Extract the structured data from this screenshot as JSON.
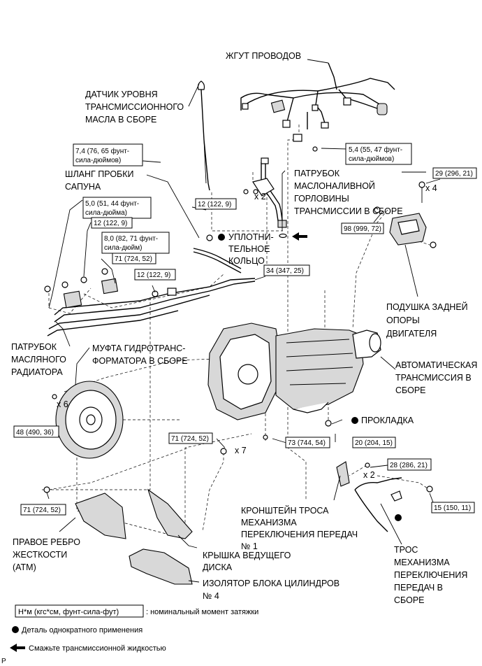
{
  "labels": {
    "wire_harness": "ЖГУТ ПРОВОДОВ",
    "dipstick": [
      "ДАТЧИК УРОВНЯ",
      "ТРАНСМИССИОННОГО",
      "МАСЛА В СБОРЕ"
    ],
    "breather_hose": [
      "ШЛАНГ ПРОБКИ",
      "САПУНА"
    ],
    "filler_tube": [
      "ПАТРУБОК",
      "МАСЛОНАЛИВНОЙ",
      "ГОРЛОВИНЫ",
      "ТРАНСМИССИИ В СБОРЕ"
    ],
    "o_ring": [
      "УПЛОТНИ-",
      "ТЕЛЬНОЕ",
      "КОЛЬЦО"
    ],
    "rear_mount": [
      "ПОДУШКА ЗАДНЕЙ",
      "ОПОРЫ",
      "ДВИГАТЕЛЯ"
    ],
    "cooler_tube": [
      "ПАТРУБОК",
      "МАСЛЯНОГО",
      "РАДИАТОРА"
    ],
    "torque_converter": [
      "МУФТА ГИДРОТРАНС-",
      "ФОРМАТОРА В СБОРЕ"
    ],
    "auto_trans": [
      "АВТОМАТИЧЕСКАЯ",
      "ТРАНСМИССИЯ В",
      "СБОРЕ"
    ],
    "gasket": "ПРОКЛАДКА",
    "cable_bracket": [
      "КРОНШТЕЙН ТРОСА",
      "МЕХАНИЗМА",
      "ПЕРЕКЛЮЧЕНИЯ ПЕРЕДАЧ",
      "№ 1"
    ],
    "stiffener": [
      "ПРАВОЕ РЕБРО",
      "ЖЕСТКОСТИ",
      "(АТМ)"
    ],
    "drive_plate_cover": [
      "КРЫШКА ВЕДУЩЕГО",
      "ДИСКА"
    ],
    "shift_cable": [
      "ТРОС",
      "МЕХАНИЗМА",
      "ПЕРЕКЛЮЧЕНИЯ",
      "ПЕРЕДАЧ В",
      "СБОРЕ"
    ],
    "insulator": [
      "ИЗОЛЯТОР БЛОКА ЦИЛИНДРОВ",
      "№ 4"
    ]
  },
  "torques": {
    "t1": [
      "7,4 (76, 65 фунт-",
      "сила-дюймов)"
    ],
    "t2": "12 (122, 9)",
    "t3": [
      "5,0 (51, 44 фунт-",
      "сила-дюйма)"
    ],
    "t4": "12 (122, 9)",
    "t5": [
      "8,0 (82, 71 фунт-",
      "сила-дюйм)"
    ],
    "t6": "71 (724, 52)",
    "t7": "12 (122, 9)",
    "t8": [
      "5,4 (55, 47 фунт-",
      "сила-дюймов)"
    ],
    "t9": "29 (296, 21)",
    "t10": "98 (999, 72)",
    "t11": "34 (347, 25)",
    "t12": "48 (490, 36)",
    "t13": "71 (724, 52)",
    "t14": "73 (744, 54)",
    "t15": "20 (204, 15)",
    "t16": "28 (286, 21)",
    "t17": "71 (724, 52)",
    "t18": "15 (150, 11)"
  },
  "multipliers": {
    "x2a": "x 2",
    "x4": "x 4",
    "x6": "x 6",
    "x7": "x 7",
    "x2b": "x 2"
  },
  "legend": {
    "torque_box": "Н*м (кгс*см, фунт-сила-фут)",
    "torque_desc": ": номинальный момент затяжки",
    "non_reusable": "Деталь однократного применения",
    "coat_fluid": "Смажьте трансмиссионной жидкостью"
  },
  "corner_mark": "P"
}
